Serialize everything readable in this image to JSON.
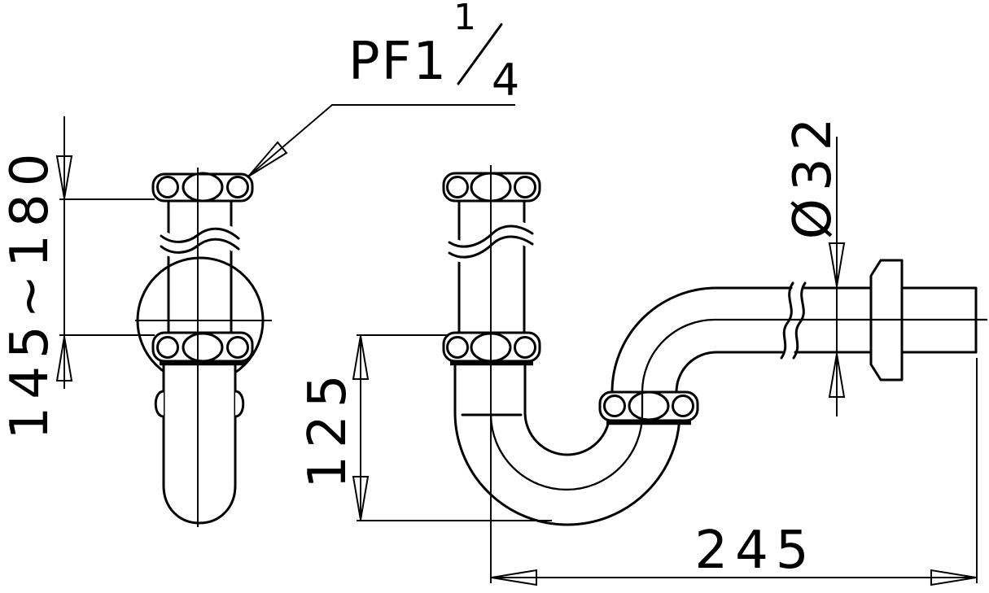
{
  "drawing": {
    "background_color": "#ffffff",
    "line_color": "#000000",
    "annotations": {
      "thread_label": {
        "prefix": "PF1",
        "fraction_numerator": "1",
        "fraction_denominator": "4"
      },
      "dimensions": {
        "height_range": "145~180",
        "inlet_depth": "125",
        "outlet_length": "245",
        "outlet_diameter": "Ø32"
      }
    }
  }
}
